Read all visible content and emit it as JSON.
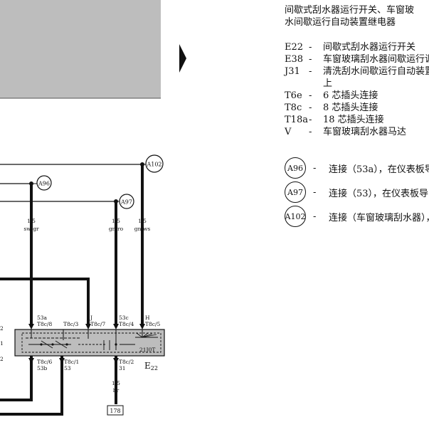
{
  "legend": {
    "heading_line1": "间歇式刮水器运行开关、车窗玻",
    "heading_line2": "水间歇运行自动装置继电器",
    "items": [
      {
        "code": "E22",
        "desc": "间歇式刮水器运行开关"
      },
      {
        "code": "E38",
        "desc": "车窗玻璃刮水器间歇运行调"
      },
      {
        "code": "J31",
        "desc": "清洗刮水间歇运行自动装置",
        "cont": "上"
      },
      {
        "code": "T6e",
        "desc": "6 芯插头连接"
      },
      {
        "code": "T8c",
        "desc": "8 芯插头连接"
      },
      {
        "code": "T18a",
        "desc": "18 芯插头连接"
      },
      {
        "code": "V",
        "desc": "车窗玻璃刮水器马达"
      }
    ],
    "connections": [
      {
        "id": "A96",
        "desc": "连接（53a），在仪表板导"
      },
      {
        "id": "A97",
        "desc": "连接（53），在仪表板导"
      },
      {
        "id": "A102",
        "desc": "连接（车窗玻璃刮水器），"
      }
    ]
  },
  "diagram": {
    "nodes": {
      "a96": "A96",
      "a97": "A97",
      "a102": "A102"
    },
    "wires": {
      "w1": {
        "size": "1.5",
        "color": "sw/gr"
      },
      "w2": {
        "size": "1.5",
        "color": "gn/ro"
      },
      "w3": {
        "size": "1.5",
        "color": "gn/ws"
      },
      "w4": {
        "size": "1.5",
        "color": "br"
      }
    },
    "pins_top": {
      "p1_a": "53a",
      "p1_b": "T8c/8",
      "p2": "T8c/3",
      "p3_a": "J",
      "p3_b": "T8c/7",
      "p4_a": "53c",
      "p4_b": "T8c/4",
      "p5_a": "H",
      "p5_b": "T8c/5"
    },
    "pins_bottom": {
      "b1_a": "T8c/6",
      "b1_b": "53b",
      "b2_a": "T8c/1",
      "b2_b": "53",
      "b3_a": "T8c/2",
      "b3_b": "31"
    },
    "switch_code": "21J0T",
    "component": "E",
    "component_sub": "22",
    "ground_ref": "178",
    "left_marks": [
      "2",
      "1",
      "2"
    ]
  }
}
